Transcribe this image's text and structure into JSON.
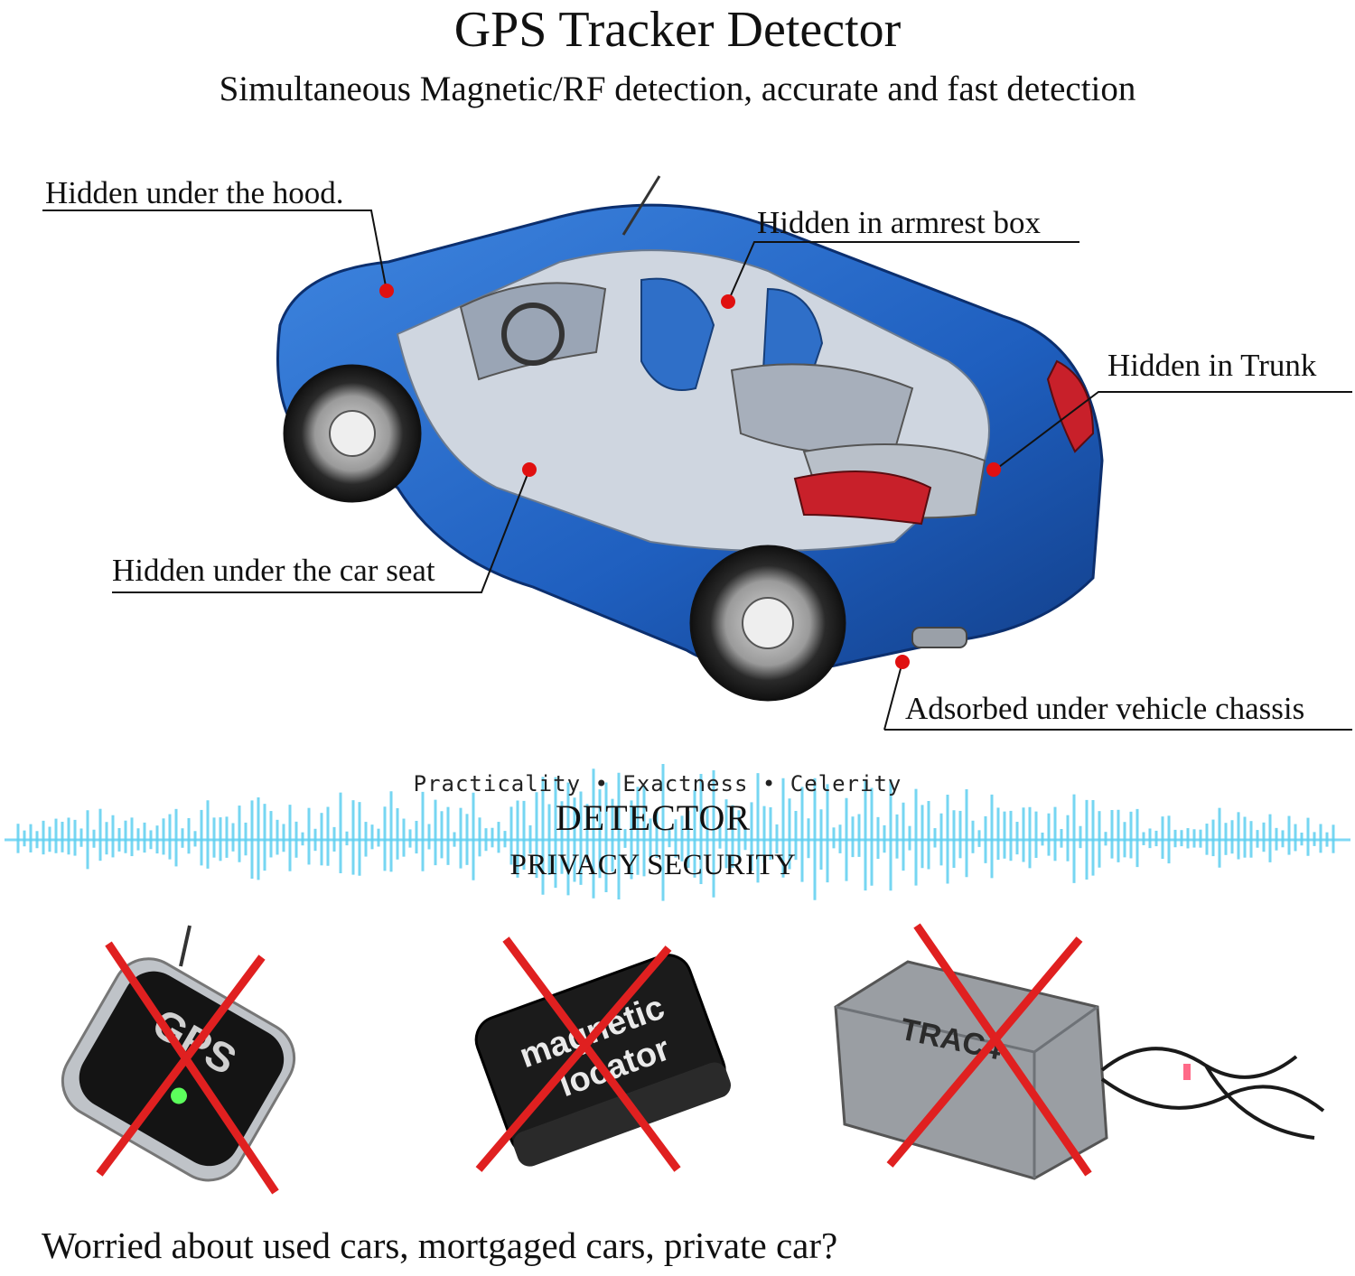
{
  "header": {
    "title": "GPS Tracker Detector",
    "subtitle": "Simultaneous Magnetic/RF detection, accurate and fast detection"
  },
  "callouts": {
    "hood": "Hidden under the hood.",
    "armrest": "Hidden in armrest box",
    "trunk": "Hidden in Trunk",
    "seat": "Hidden under the car seat",
    "chassis": "Adsorbed under vehicle chassis"
  },
  "banner": {
    "tagline": "Practicality • Exactness • Celerity",
    "brand": "DETECTOR",
    "privacy": "PRIVACY SECURITY"
  },
  "devices": {
    "gps_label": "GPS",
    "magnetic_label_1": "magnetic",
    "magnetic_label_2": "locator",
    "track_label": "TRAC4"
  },
  "footer": {
    "question": "Worried about used cars, mortgaged cars,  private car?"
  },
  "colors": {
    "car_blue": "#1f5fbf",
    "marker_red": "#e01010",
    "cross_red": "#e02020",
    "wave_cyan": "#5fd0f0"
  }
}
